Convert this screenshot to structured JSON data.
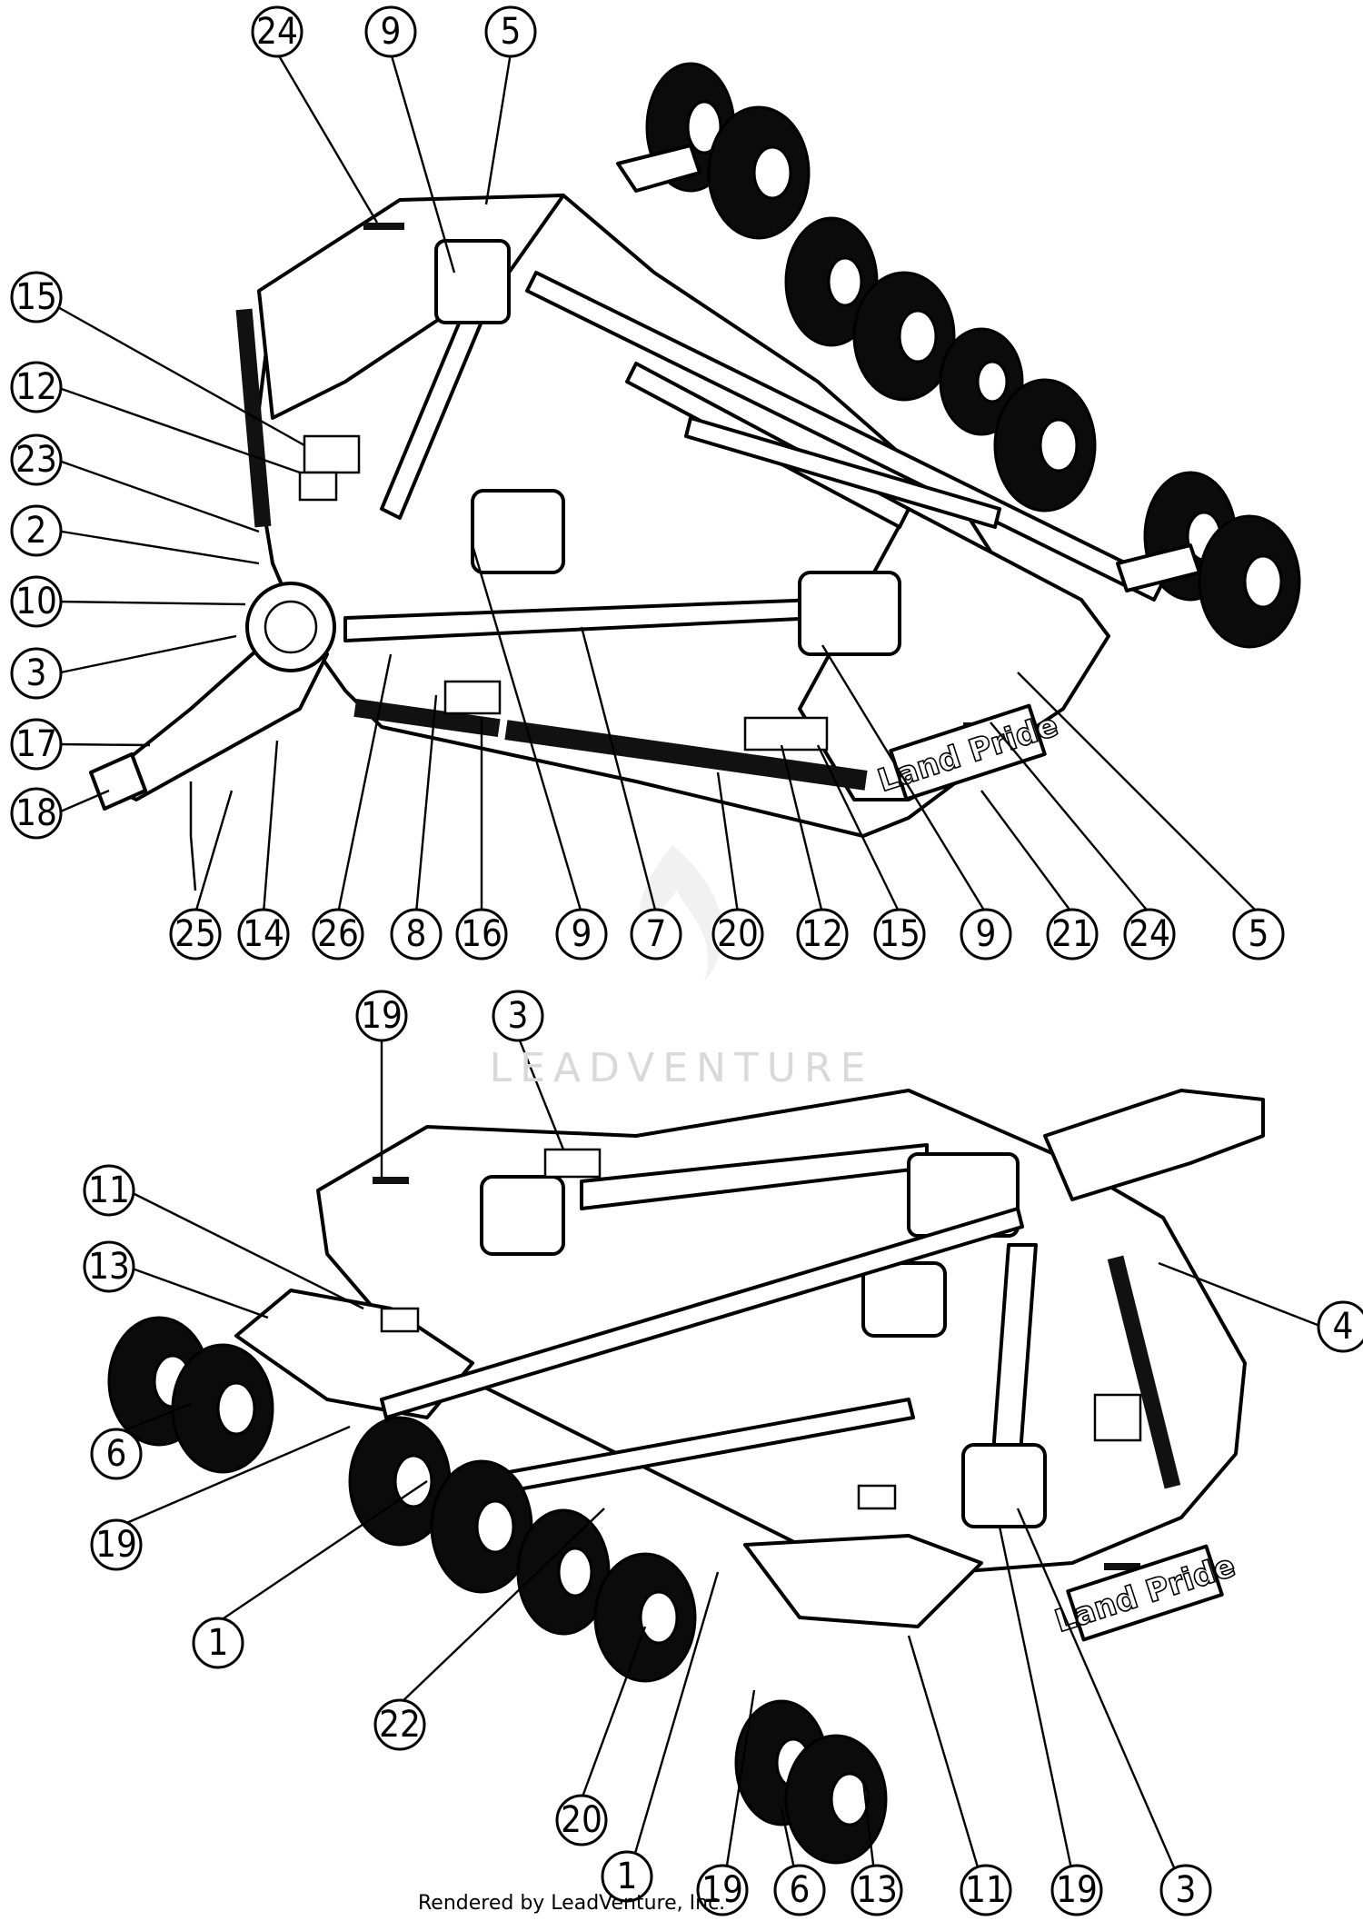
{
  "watermark": "LEADVENTURE",
  "footer": "Rendered by LeadVenture, Inc.",
  "brand_label": "Land Pride",
  "top_view": {
    "callouts": [
      "24",
      "9",
      "5",
      "15",
      "12",
      "23",
      "2",
      "10",
      "3",
      "17",
      "18",
      "25",
      "14",
      "26",
      "8",
      "16",
      "9",
      "7",
      "20",
      "12",
      "15",
      "9",
      "21",
      "24",
      "5"
    ]
  },
  "bottom_view": {
    "callouts": [
      "19",
      "3",
      "11",
      "13",
      "4",
      "6",
      "19",
      "1",
      "22",
      "20",
      "1",
      "19",
      "6",
      "13",
      "11",
      "19",
      "3"
    ]
  }
}
